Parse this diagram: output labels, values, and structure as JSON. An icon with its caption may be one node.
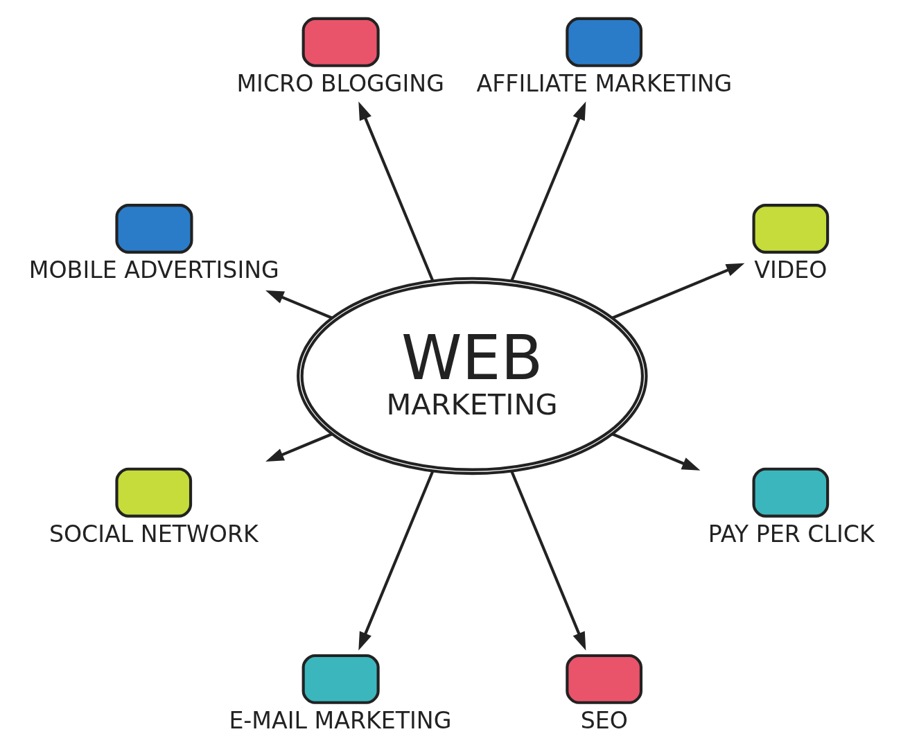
{
  "diagram": {
    "nodes": [
      {
        "text": [
          "WEB",
          "MARKETING"
        ]
      },
      {
        "text": [
          "MOBILE ADVERTISING"
        ]
      },
      {
        "text": [
          "MICRO BLOGGING"
        ]
      },
      {
        "text": [
          "AFFILIATE MARKETING"
        ]
      },
      {
        "text": [
          "VIDEO"
        ]
      },
      {
        "text": [
          "PAY PER CLICK"
        ]
      },
      {
        "text": [
          "SEO"
        ]
      },
      {
        "text": [
          "E-MAIL MARKETING"
        ]
      },
      {
        "text": [
          "SOCIAL NETWORK"
        ]
      }
    ],
    "edges": [
      {
        "from": 0,
        "to": 1,
        "arrow": "to"
      },
      {
        "from": 0,
        "to": 2,
        "arrow": "to"
      },
      {
        "from": 0,
        "to": 3,
        "arrow": "to"
      },
      {
        "from": 0,
        "to": 4,
        "arrow": "to"
      },
      {
        "from": 0,
        "to": 5,
        "arrow": "to"
      },
      {
        "from": 0,
        "to": 6,
        "arrow": "to"
      },
      {
        "from": 0,
        "to": 7,
        "arrow": "to"
      },
      {
        "from": 0,
        "to": 8,
        "arrow": "to"
      }
    ]
  }
}
